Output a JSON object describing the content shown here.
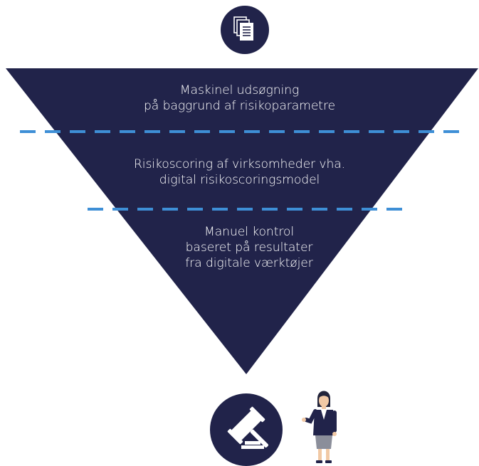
{
  "funnel": {
    "color": "#21234a",
    "separator_color": "#3e8fd6",
    "steps": [
      {
        "lines": [
          "Maskinel udsøgning",
          "på baggrund af risikoparametre"
        ]
      },
      {
        "lines": [
          "Risikoscoring af virksomheder vha.",
          "digital risikoscoringsmodel"
        ]
      },
      {
        "lines": [
          "Manuel kontrol",
          "baseret på resultater",
          "fra digitale værktøjer"
        ]
      }
    ]
  },
  "icons": {
    "top": "documents-icon",
    "bottom": "gavel-icon",
    "figure": "woman-inspector-figure"
  }
}
